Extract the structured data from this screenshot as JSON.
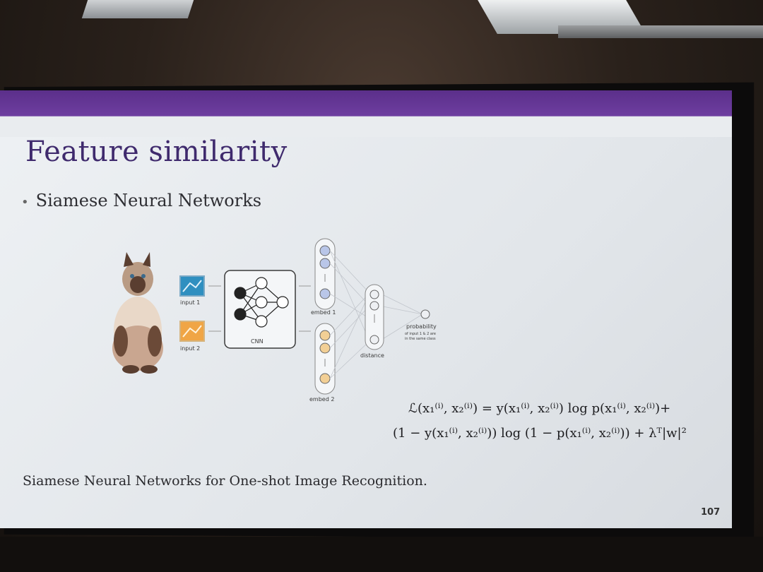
{
  "slide": {
    "title": "Feature similarity",
    "bullet": "Siamese Neural Networks",
    "citation": "Siamese Neural Networks for One-shot Image Recognition.",
    "page_number": "107"
  },
  "diagram": {
    "input1_label": "input 1",
    "input2_label": "input 2",
    "cnn_label": "CNN",
    "embed1_label": "embed 1",
    "embed2_label": "embed 2",
    "distance_label": "distance",
    "probability_label": "probability",
    "probability_sublabel_1": "of input 1 & 2 are",
    "probability_sublabel_2": "in the same class"
  },
  "formula": {
    "line1": "ℒ(x₁⁽ⁱ⁾, x₂⁽ⁱ⁾) = y(x₁⁽ⁱ⁾, x₂⁽ⁱ⁾) log p(x₁⁽ⁱ⁾, x₂⁽ⁱ⁾)+",
    "line2": "(1 − y(x₁⁽ⁱ⁾, x₂⁽ⁱ⁾)) log (1 − p(x₁⁽ⁱ⁾, x₂⁽ⁱ⁾)) + λᵀ|w|²"
  },
  "colors": {
    "accent_purple": "#5b2f8a",
    "title_purple": "#3f2a6d",
    "embed1_node": "#b9c6e8",
    "embed2_node": "#f2cf95",
    "input1_icon": "#2f8fc0",
    "input2_icon": "#f0a545"
  }
}
